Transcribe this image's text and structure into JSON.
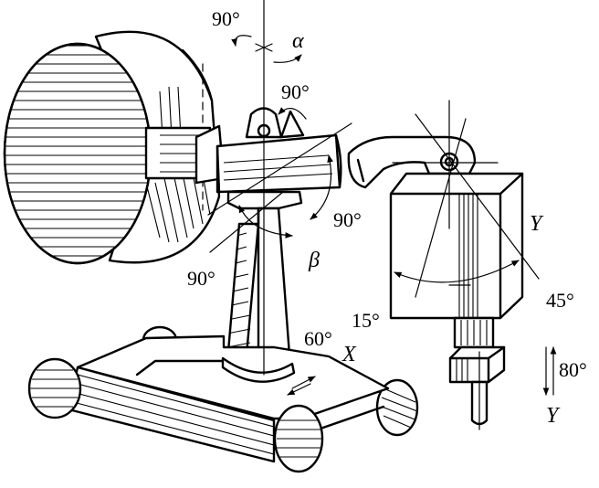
{
  "labels": {
    "alpha_angle": "90°",
    "alpha_symbol": "α",
    "shoulder_angle": "90°",
    "arm_pitch_angle": "90°",
    "beta_angle": "90°",
    "beta_symbol": "β",
    "wrist_left_angle": "15°",
    "wrist_right_angle": "45°",
    "wrist_axis": "Y",
    "base_angle": "60°",
    "base_axis": "X",
    "lift_value": "80°",
    "lift_axis": "Y"
  },
  "colors": {
    "line": "#000000",
    "background": "#ffffff"
  }
}
